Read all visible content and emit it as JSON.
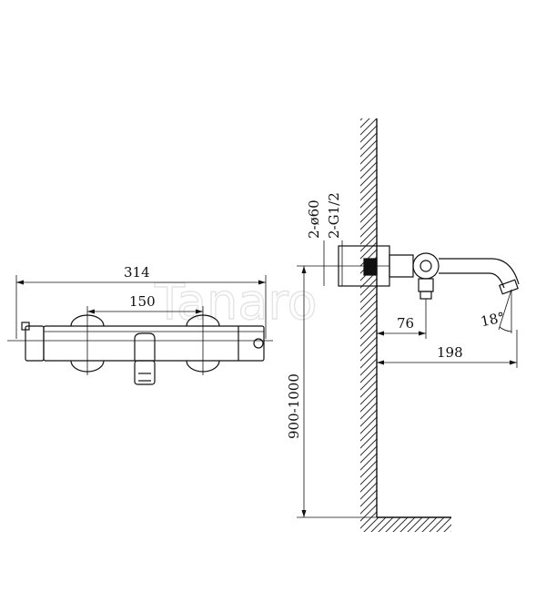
{
  "watermark": "Tanaro",
  "dimensions": {
    "overall_width": "314",
    "inlet_spacing": "150",
    "inlet_diameter": "2-ø60",
    "inlet_thread": "2-G1/2",
    "outlet_offset": "76",
    "spout_projection": "198",
    "mounting_height": "900-1000",
    "spout_angle": "18°"
  }
}
